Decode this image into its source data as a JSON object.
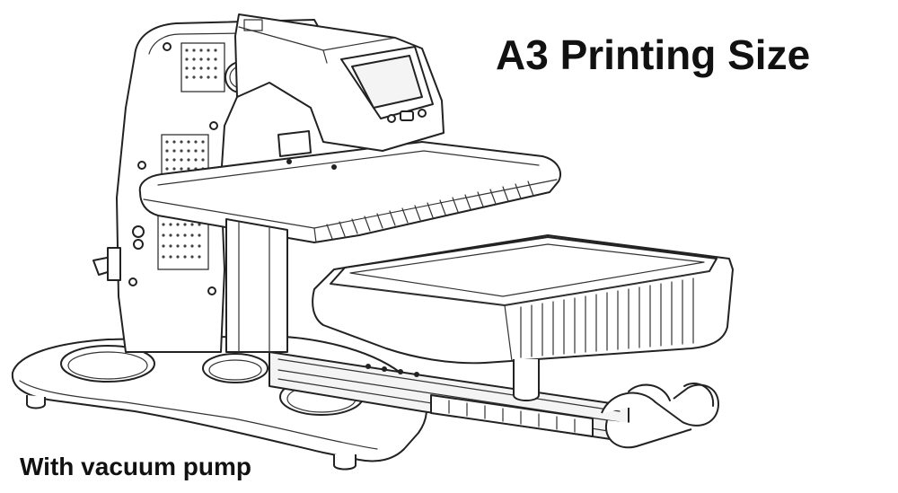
{
  "headline": {
    "text": "A3 Printing Size"
  },
  "caption": {
    "text": "With vacuum pump"
  },
  "illustration": {
    "icon": "heat-press-machine-drawing",
    "line_color": "#222222",
    "background_color": "#ffffff"
  }
}
